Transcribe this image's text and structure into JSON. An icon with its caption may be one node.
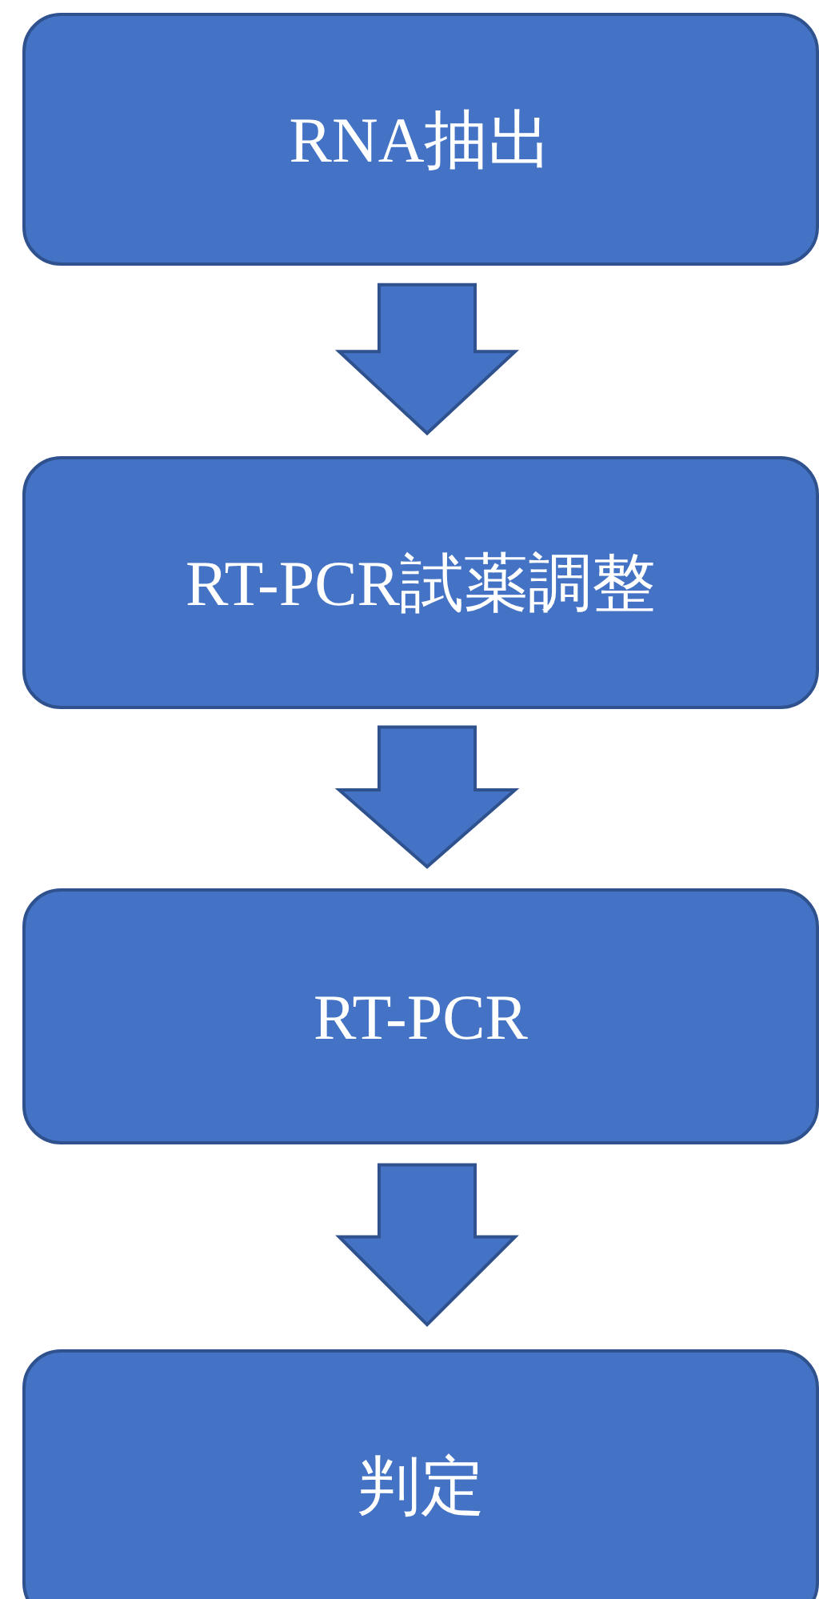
{
  "diagram": {
    "nodes": [
      {
        "text": [
          "RNA抽出"
        ]
      },
      {
        "text": [
          "RT-PCR試薬調整"
        ]
      },
      {
        "text": [
          "RT-PCR"
        ]
      },
      {
        "text": [
          "判定"
        ]
      }
    ],
    "edges": [
      {
        "from": 0,
        "to": 1,
        "arrow": "to"
      },
      {
        "from": 1,
        "to": 2,
        "arrow": "to"
      },
      {
        "from": 2,
        "to": 3,
        "arrow": "to"
      }
    ]
  }
}
